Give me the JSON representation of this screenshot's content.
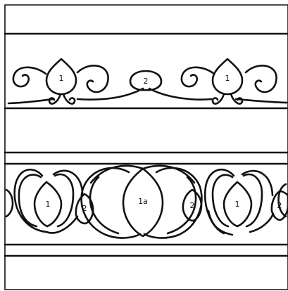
{
  "figure": {
    "stroke_color": "#111111",
    "background": "#ffffff",
    "upper_band": {
      "motifs": [
        {
          "label": "1"
        },
        {
          "label": "2"
        },
        {
          "label": "1"
        }
      ]
    },
    "lower_band": {
      "motifs": [
        {
          "label": "1"
        },
        {
          "label": "2"
        },
        {
          "label": "1a"
        },
        {
          "label": "2"
        },
        {
          "label": "1"
        },
        {
          "label": "2"
        }
      ]
    }
  }
}
